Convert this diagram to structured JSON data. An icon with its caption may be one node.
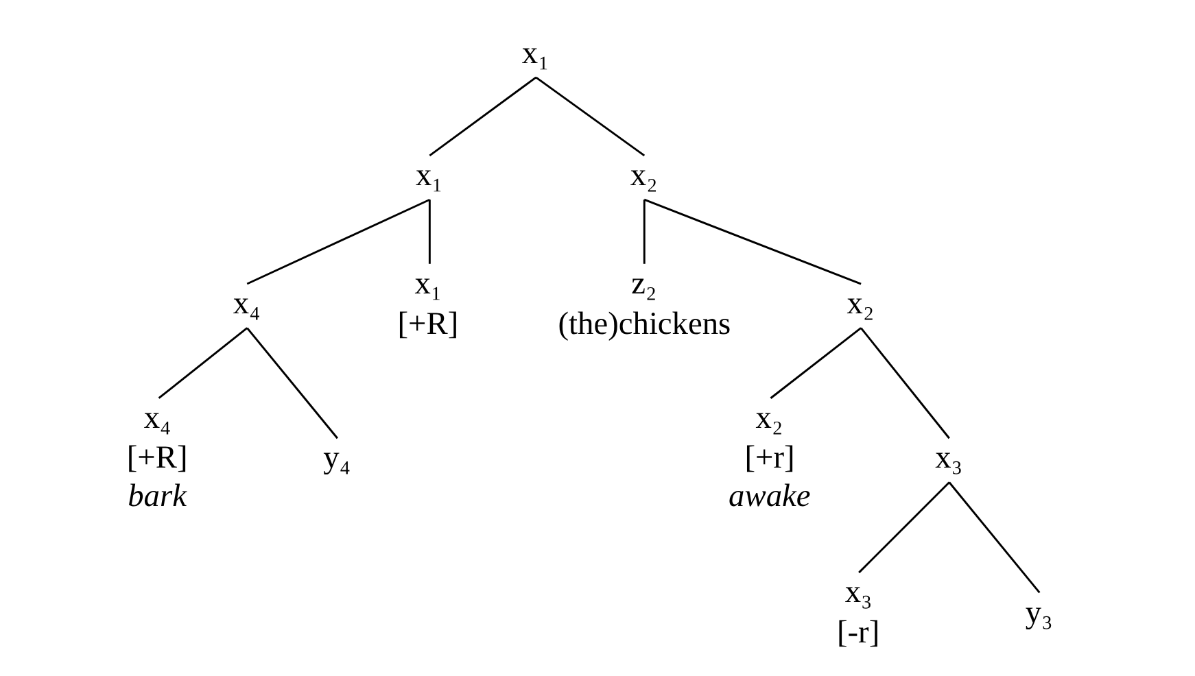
{
  "diagram": {
    "nodes": [
      {
        "text": [
          "x₁"
        ]
      },
      {
        "text": [
          "x₁"
        ]
      },
      {
        "text": [
          "x₂"
        ]
      },
      {
        "text": [
          "x₄"
        ]
      },
      {
        "text": [
          "x₁"
        ],
        "beside": [
          "[+R]"
        ]
      },
      {
        "text": [
          "z₂"
        ],
        "beside": [
          "(the)chickens"
        ]
      },
      {
        "text": [
          "x₂"
        ]
      },
      {
        "text": [
          "x₄"
        ],
        "beside": [
          "[+R]",
          "bark"
        ]
      },
      {
        "text": [
          "y₄"
        ]
      },
      {
        "text": [
          "x₂"
        ],
        "beside": [
          "[+r]",
          "awake"
        ]
      },
      {
        "text": [
          "x₃"
        ]
      },
      {
        "text": [
          "x₃"
        ],
        "beside": [
          "[-r]"
        ]
      },
      {
        "text": [
          "y₃"
        ]
      }
    ],
    "edges": [
      {
        "from": 0,
        "to": 1,
        "arrow": "none"
      },
      {
        "from": 0,
        "to": 2,
        "arrow": "none"
      },
      {
        "from": 1,
        "to": 3,
        "arrow": "none"
      },
      {
        "from": 1,
        "to": 4,
        "arrow": "none"
      },
      {
        "from": 2,
        "to": 5,
        "arrow": "none"
      },
      {
        "from": 2,
        "to": 6,
        "arrow": "none"
      },
      {
        "from": 3,
        "to": 7,
        "arrow": "none"
      },
      {
        "from": 3,
        "to": 8,
        "arrow": "none"
      },
      {
        "from": 6,
        "to": 9,
        "arrow": "none"
      },
      {
        "from": 6,
        "to": 10,
        "arrow": "none"
      },
      {
        "from": 10,
        "to": 11,
        "arrow": "none"
      },
      {
        "from": 10,
        "to": 12,
        "arrow": "none"
      }
    ]
  }
}
